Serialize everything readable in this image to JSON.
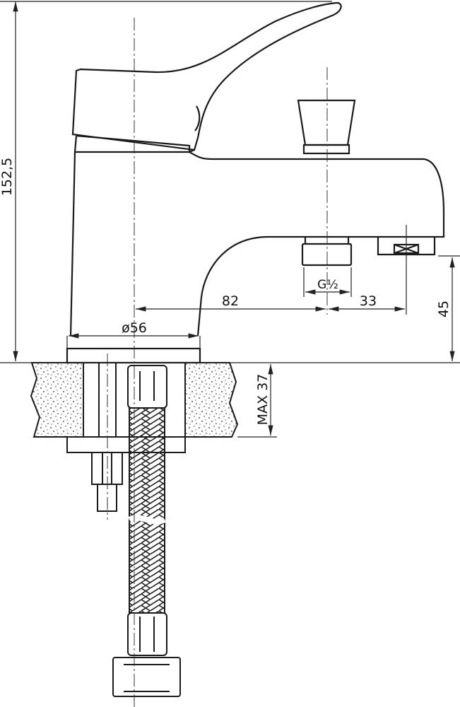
{
  "drawing": {
    "line_color": "#1a1a1a",
    "dimensions": {
      "total_height": "152,5",
      "spout_reach": "82",
      "aerator_offset": "33",
      "thread": "G½",
      "spout_height": "45",
      "base_diameter": "ø56",
      "max_counter_thickness": "MAX 37"
    }
  }
}
